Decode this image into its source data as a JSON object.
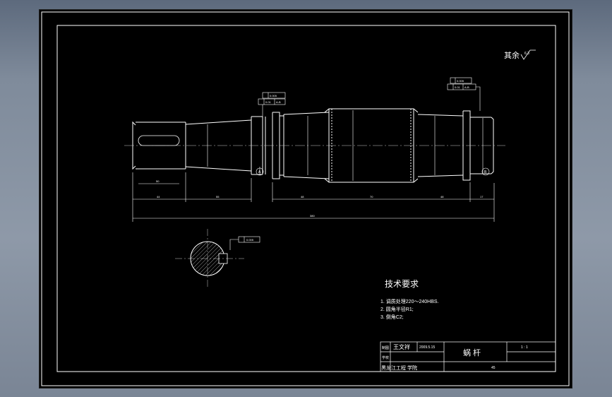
{
  "colors": {
    "background_gradient": "#7f8b9b",
    "canvas": "#000000",
    "lines": "#ffffff",
    "centerline": "#cccccc"
  },
  "surface_note": {
    "label": "其余",
    "symbol": "6.3"
  },
  "tolerance_frames": {
    "left": {
      "row1": "0.005",
      "row2_a": "0.01",
      "row2_b": "A-B"
    },
    "right": {
      "row1": "0.005",
      "row2_a": "0.01",
      "row2_b": "A-B"
    },
    "section": {
      "row1": "0.005"
    }
  },
  "datums": {
    "left": "A",
    "right": "B"
  },
  "dimensions": {
    "total_length": "380",
    "left_key_length": "50",
    "seg_1": "44",
    "seg_2": "55",
    "seg_3": "48",
    "seg_4": "70",
    "seg_5": "48",
    "seg_6": "17"
  },
  "technical_requirements": {
    "title": "技术要求",
    "items": [
      "1. 调质处理220～240HBS.",
      "2. 圆角半径R1;",
      "3. 倒角C2;"
    ]
  },
  "title_block": {
    "designer_label": "制图",
    "designer_name": "王文祥",
    "date": "2009.5.15",
    "part_name": "蜗 杆",
    "scale": "1 : 1",
    "school_label": "学校",
    "school": "黑龙江工程 学院",
    "sheet": "45"
  }
}
